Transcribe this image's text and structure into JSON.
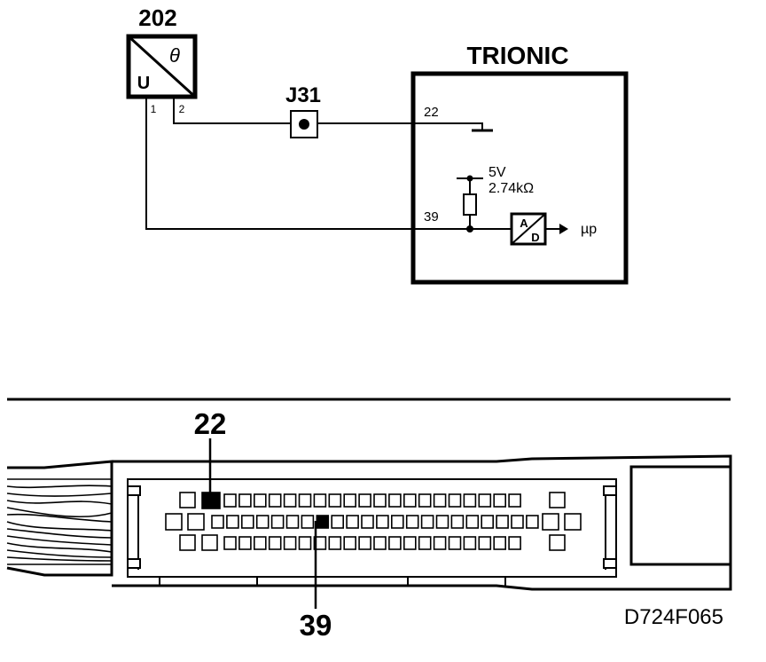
{
  "sensor": {
    "number": "202",
    "symbol_top": "θ",
    "symbol_bottom": "U",
    "pin1": "1",
    "pin2": "2"
  },
  "junction": {
    "label": "J31"
  },
  "ecu": {
    "title": "TRIONIC",
    "pin_top": "22",
    "pin_bottom": "39",
    "supply_voltage": "5V",
    "resistor_value": "2.74kΩ",
    "converter_top": "A",
    "converter_bottom": "D",
    "output_label": "µp"
  },
  "connector": {
    "callout_top": "22",
    "callout_bottom": "39"
  },
  "figure_code": "D724F065"
}
